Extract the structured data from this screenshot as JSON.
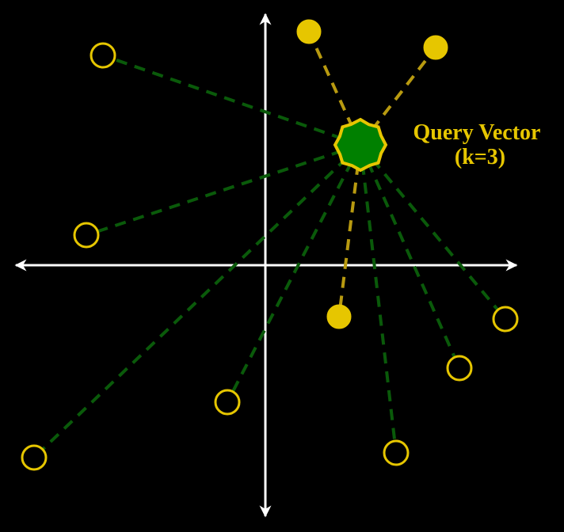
{
  "diagram": {
    "label_line1": "Query Vector",
    "label_line2": "(k=3)",
    "k": 3,
    "colors": {
      "background": "#000000",
      "axes": "#ffffff",
      "neighbor_fill": "#e6c600",
      "neighbor_line": "#b89a10",
      "other_point_stroke": "#e6c600",
      "other_line": "#0a5a0a",
      "query_fill": "#008000",
      "query_stroke": "#e6c600",
      "label": "#e6c600"
    }
  }
}
